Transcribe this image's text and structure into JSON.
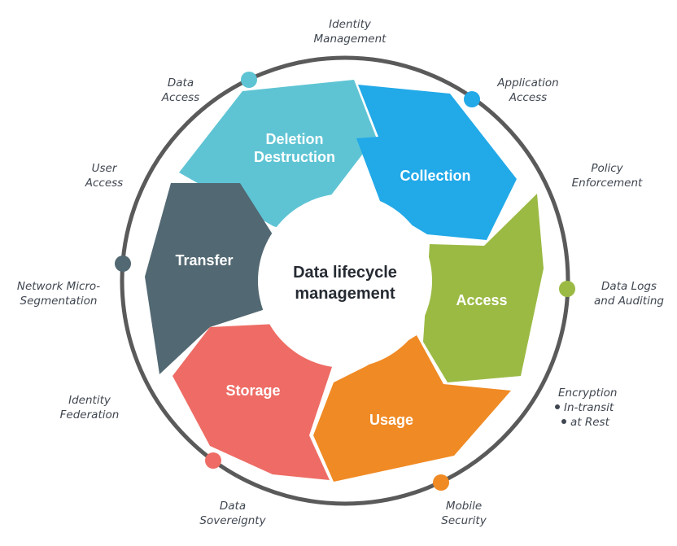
{
  "center": {
    "line1": "Data lifecycle",
    "line2": "management"
  },
  "segments": [
    {
      "id": "deletion",
      "line1": "Deletion",
      "line2": "Destruction",
      "color": "#5ec4d4"
    },
    {
      "id": "collection",
      "line1": "Collection",
      "color": "#22a9e8"
    },
    {
      "id": "access",
      "line1": "Access",
      "color": "#9bba44"
    },
    {
      "id": "usage",
      "line1": "Usage",
      "color": "#f08a24"
    },
    {
      "id": "storage",
      "line1": "Storage",
      "color": "#ee6c65"
    },
    {
      "id": "transfer",
      "line1": "Transfer",
      "color": "#526872"
    }
  ],
  "annotations": {
    "identity_management": {
      "line1": "Identity",
      "line2": "Management"
    },
    "application_access": {
      "line1": "Application",
      "line2": "Access"
    },
    "policy_enforcement": {
      "line1": "Policy",
      "line2": "Enforcement"
    },
    "data_logs": {
      "line1": "Data Logs",
      "line2": "and Auditing"
    },
    "encryption": {
      "line1": "Encryption",
      "line2": "In-transit",
      "line3": "at Rest"
    },
    "mobile_security": {
      "line1": "Mobile",
      "line2": "Security"
    },
    "data_sovereignty": {
      "line1": "Data",
      "line2": "Sovereignty"
    },
    "identity_federation": {
      "line1": "Identity",
      "line2": "Federation"
    },
    "network_micro": {
      "line1": "Network Micro-",
      "line2": "Segmentation"
    },
    "user_access": {
      "line1": "User",
      "line2": "Access"
    },
    "data_access": {
      "line1": "Data",
      "line2": "Access"
    }
  },
  "ring_dots": [
    {
      "id": "data-access-dot",
      "color": "#5ec4d4"
    },
    {
      "id": "application-access-dot",
      "color": "#22a9e8"
    },
    {
      "id": "data-logs-dot",
      "color": "#9bba44"
    },
    {
      "id": "mobile-security-dot",
      "color": "#f08a24"
    },
    {
      "id": "data-sovereignty-dot",
      "color": "#ee6c65"
    },
    {
      "id": "network-dot",
      "color": "#526872"
    }
  ],
  "ring_color": "#5a5a5a"
}
